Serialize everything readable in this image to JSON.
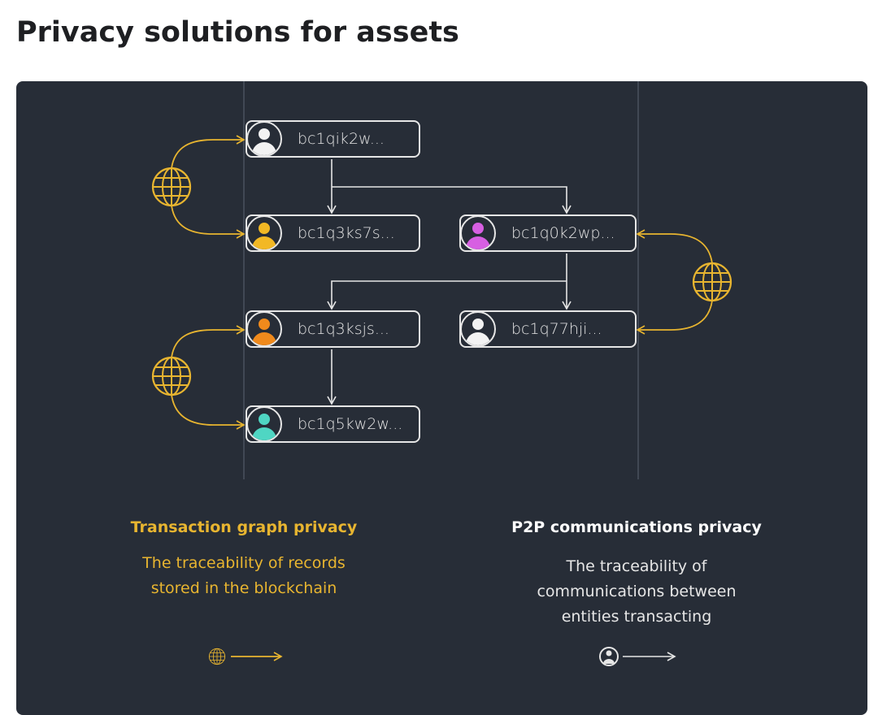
{
  "title": "Privacy solutions for assets",
  "colors": {
    "panel": "#272d37",
    "accent": "#e8b530",
    "line": "#e6e6e6"
  },
  "nodes": [
    {
      "label": "bc1qik2w...",
      "avatar_color": "#f2f2f2"
    },
    {
      "label": "bc1q3ks7s...",
      "avatar_color": "#f2b824"
    },
    {
      "label": "bc1q0k2wp...",
      "avatar_color": "#d75fe2"
    },
    {
      "label": "bc1q3ksjs...",
      "avatar_color": "#f08a1c"
    },
    {
      "label": "bc1q77hji...",
      "avatar_color": "#f2f2f2"
    },
    {
      "label": "bc1q5kw2w...",
      "avatar_color": "#4fd6c3"
    }
  ],
  "icons": {
    "network": "globe-icon",
    "user": "user-icon"
  },
  "captions": {
    "transaction": {
      "title": "Transaction graph privacy",
      "lines": [
        "The traceability of records",
        "stored in the blockchain"
      ]
    },
    "p2p": {
      "title": "P2P communications privacy",
      "lines": [
        "The traceability of",
        "communications between",
        "entities transacting"
      ]
    }
  }
}
